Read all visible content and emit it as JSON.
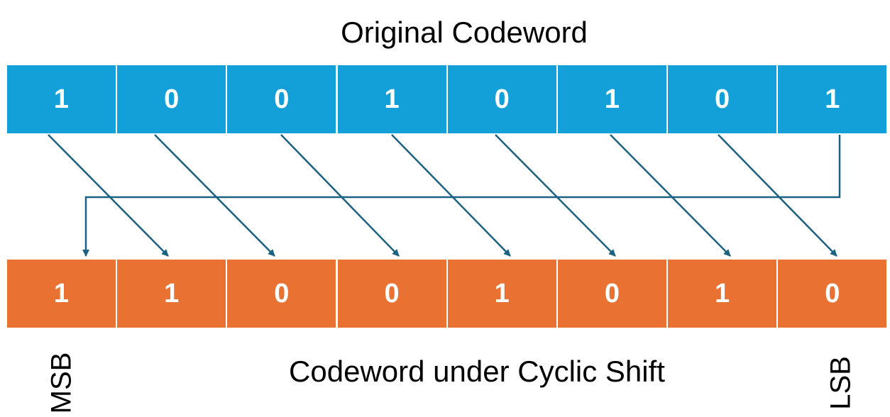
{
  "top": {
    "title": "Original Codeword",
    "bits": [
      "1",
      "0",
      "0",
      "1",
      "0",
      "1",
      "0",
      "1"
    ],
    "color": "#139fd7"
  },
  "bottom": {
    "title": "Codeword under Cyclic Shift",
    "bits": [
      "1",
      "1",
      "0",
      "0",
      "1",
      "0",
      "1",
      "0"
    ],
    "color": "#e97132"
  },
  "labels": {
    "msb": "MSB",
    "lsb": "LSB"
  },
  "arrow_color": "#1b6282"
}
